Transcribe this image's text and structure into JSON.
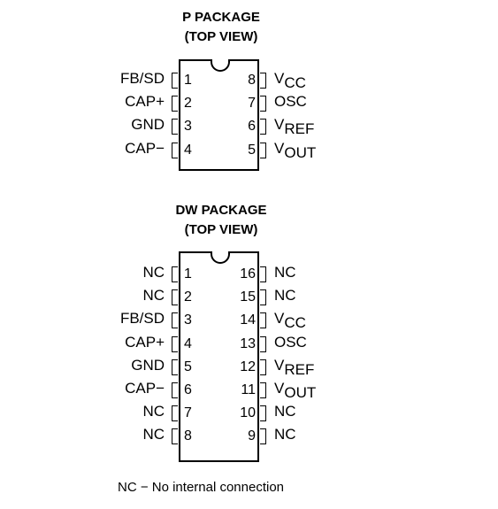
{
  "packages": [
    {
      "title_line1": "P PACKAGE",
      "title_line2": "(TOP VIEW)",
      "left_pins": [
        {
          "num": "1",
          "label": "FB/SD"
        },
        {
          "num": "2",
          "label": "CAP+"
        },
        {
          "num": "3",
          "label": "GND"
        },
        {
          "num": "4",
          "label": "CAP−"
        }
      ],
      "right_pins": [
        {
          "num": "8",
          "label": "V",
          "sub": "CC"
        },
        {
          "num": "7",
          "label": "OSC",
          "sub": ""
        },
        {
          "num": "6",
          "label": "V",
          "sub": "REF"
        },
        {
          "num": "5",
          "label": "V",
          "sub": "OUT"
        }
      ]
    },
    {
      "title_line1": "DW PACKAGE",
      "title_line2": "(TOP VIEW)",
      "left_pins": [
        {
          "num": "1",
          "label": "NC"
        },
        {
          "num": "2",
          "label": "NC"
        },
        {
          "num": "3",
          "label": "FB/SD"
        },
        {
          "num": "4",
          "label": "CAP+"
        },
        {
          "num": "5",
          "label": "GND"
        },
        {
          "num": "6",
          "label": "CAP−"
        },
        {
          "num": "7",
          "label": "NC"
        },
        {
          "num": "8",
          "label": "NC"
        }
      ],
      "right_pins": [
        {
          "num": "16",
          "label": "NC",
          "sub": ""
        },
        {
          "num": "15",
          "label": "NC",
          "sub": ""
        },
        {
          "num": "14",
          "label": "V",
          "sub": "CC"
        },
        {
          "num": "13",
          "label": "OSC",
          "sub": ""
        },
        {
          "num": "12",
          "label": "V",
          "sub": "REF"
        },
        {
          "num": "11",
          "label": "V",
          "sub": "OUT"
        },
        {
          "num": "10",
          "label": "NC",
          "sub": ""
        },
        {
          "num": "9",
          "label": "NC",
          "sub": ""
        }
      ]
    }
  ],
  "footnote": "NC − No internal connection"
}
